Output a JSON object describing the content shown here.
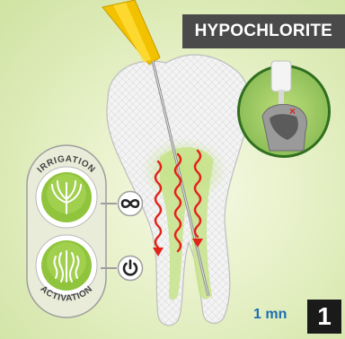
{
  "header": {
    "title": "HYPOCHLORITE"
  },
  "modes": {
    "top_label": "IRRIGATION",
    "bottom_label": "ACTIVATION",
    "continuous_icon": "infinity-icon",
    "power_icon": "power-icon"
  },
  "footer": {
    "duration": "1 mn",
    "step": "1"
  },
  "colors": {
    "accent_green": "#8fc43c",
    "title_bg": "#4a4a4a",
    "wave_red": "#e2231a",
    "duration_blue": "#1d6fb1"
  }
}
